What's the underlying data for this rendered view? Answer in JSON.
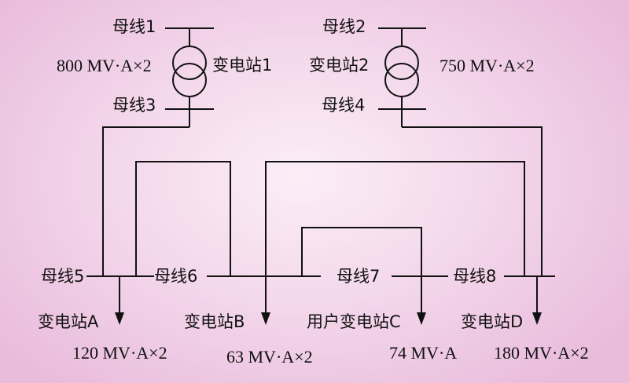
{
  "buses": {
    "bus1": "母线1",
    "bus2": "母线2",
    "bus3": "母线3",
    "bus4": "母线4",
    "bus5": "母线5",
    "bus6": "母线6",
    "bus7": "母线7",
    "bus8": "母线8"
  },
  "substations": {
    "s1": {
      "name": "变电站1",
      "capacity": "800 MV·A×2"
    },
    "s2": {
      "name": "变电站2",
      "capacity": "750 MV·A×2"
    }
  },
  "loads": {
    "A": {
      "name": "变电站A",
      "capacity": "120 MV·A×2"
    },
    "B": {
      "name": "变电站B",
      "capacity": "63 MV·A×2"
    },
    "C": {
      "name": "用户变电站C",
      "capacity": "74 MV·A"
    },
    "D": {
      "name": "变电站D",
      "capacity": "180 MV·A×2"
    }
  },
  "colors": {
    "line": "#111111"
  }
}
